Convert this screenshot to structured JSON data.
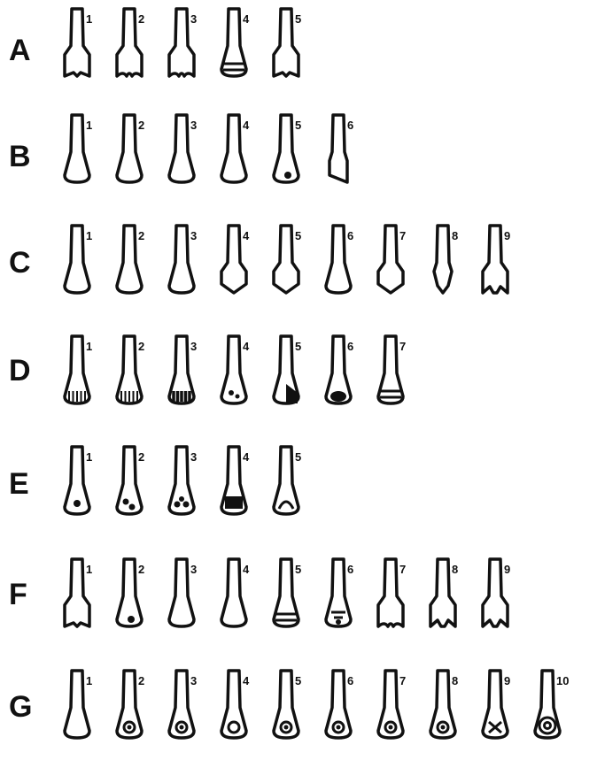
{
  "ink_color": "#111111",
  "background_color": "#ffffff",
  "rows": [
    {
      "label": "A",
      "items": [
        {
          "number": "1",
          "shape": "notched"
        },
        {
          "number": "2",
          "shape": "wavy"
        },
        {
          "number": "3",
          "shape": "wavy"
        },
        {
          "number": "4",
          "shape": "banded"
        },
        {
          "number": "5",
          "shape": "notched"
        }
      ]
    },
    {
      "label": "B",
      "items": [
        {
          "number": "1",
          "shape": "plain-wide"
        },
        {
          "number": "2",
          "shape": "round"
        },
        {
          "number": "3",
          "shape": "stepped"
        },
        {
          "number": "4",
          "shape": "half-notched"
        },
        {
          "number": "5",
          "shape": "dot"
        },
        {
          "number": "6",
          "shape": "slanted"
        }
      ]
    },
    {
      "label": "C",
      "items": [
        {
          "number": "1",
          "shape": "round"
        },
        {
          "number": "2",
          "shape": "shouldered"
        },
        {
          "number": "3",
          "shape": "shouldered"
        },
        {
          "number": "4",
          "shape": "pointed"
        },
        {
          "number": "5",
          "shape": "pointed"
        },
        {
          "number": "6",
          "shape": "round"
        },
        {
          "number": "7",
          "shape": "diamond"
        },
        {
          "number": "8",
          "shape": "narrow-pointed"
        },
        {
          "number": "9",
          "shape": "forked"
        }
      ]
    },
    {
      "label": "D",
      "items": [
        {
          "number": "1",
          "shape": "fringed"
        },
        {
          "number": "2",
          "shape": "fringed"
        },
        {
          "number": "3",
          "shape": "fringed-dark"
        },
        {
          "number": "4",
          "shape": "round-spotted"
        },
        {
          "number": "5",
          "shape": "half-filled"
        },
        {
          "number": "6",
          "shape": "round-dark"
        },
        {
          "number": "7",
          "shape": "banded"
        }
      ]
    },
    {
      "label": "E",
      "items": [
        {
          "number": "1",
          "shape": "center-dot"
        },
        {
          "number": "2",
          "shape": "twin-dots"
        },
        {
          "number": "3",
          "shape": "triple-dots"
        },
        {
          "number": "4",
          "shape": "filled-block"
        },
        {
          "number": "5",
          "shape": "inner-arch"
        }
      ]
    },
    {
      "label": "F",
      "items": [
        {
          "number": "1",
          "shape": "notched"
        },
        {
          "number": "2",
          "shape": "dot"
        },
        {
          "number": "3",
          "shape": "round"
        },
        {
          "number": "4",
          "shape": "shouldered"
        },
        {
          "number": "5",
          "shape": "banded"
        },
        {
          "number": "6",
          "shape": "ornate"
        },
        {
          "number": "7",
          "shape": "wavy"
        },
        {
          "number": "8",
          "shape": "forked"
        },
        {
          "number": "9",
          "shape": "forked"
        }
      ]
    },
    {
      "label": "G",
      "items": [
        {
          "number": "1",
          "shape": "plain-wide"
        },
        {
          "number": "2",
          "shape": "ring-dot"
        },
        {
          "number": "3",
          "shape": "ring-dot"
        },
        {
          "number": "4",
          "shape": "ring"
        },
        {
          "number": "5",
          "shape": "ring-dot"
        },
        {
          "number": "6",
          "shape": "ring-dot"
        },
        {
          "number": "7",
          "shape": "ring-dot"
        },
        {
          "number": "8",
          "shape": "ring-dot"
        },
        {
          "number": "9",
          "shape": "cross"
        },
        {
          "number": "10",
          "shape": "double-ring"
        }
      ]
    }
  ]
}
